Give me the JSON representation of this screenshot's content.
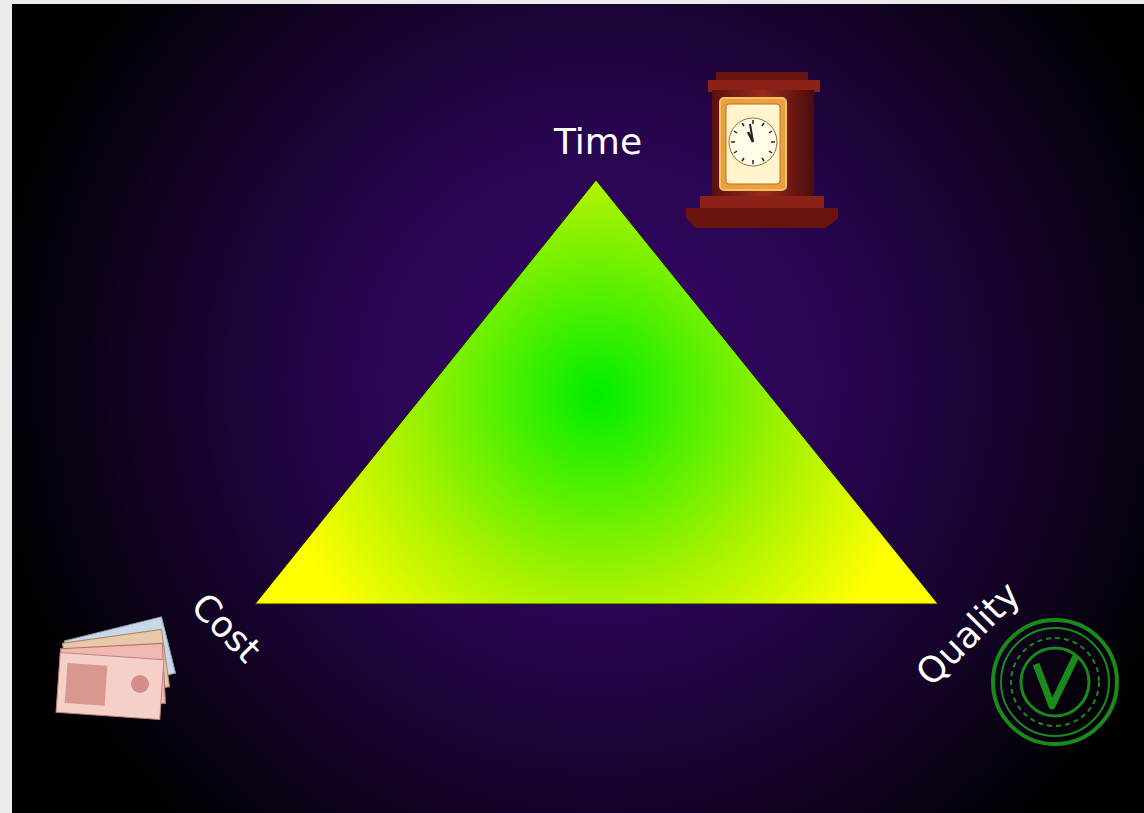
{
  "diagram": {
    "labels": [
      "Time",
      "Cost",
      "Quality"
    ]
  }
}
